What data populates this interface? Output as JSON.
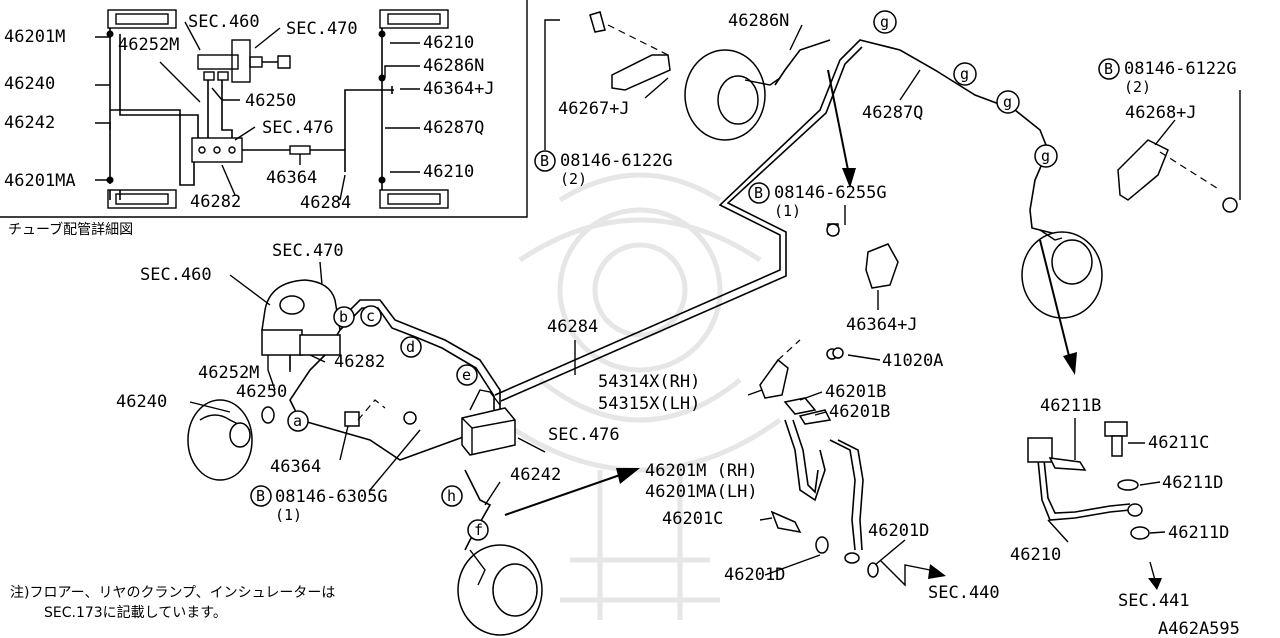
{
  "detail": {
    "caption": "チューブ配管詳細図",
    "labels": {
      "l46201M": "46201M",
      "l46252M": "46252M",
      "sec460": "SEC.460",
      "sec470": "SEC.470",
      "l46240": "46240",
      "l46250": "46250",
      "l46242": "46242",
      "sec476": "SEC.476",
      "l46201MA": "46201MA",
      "l46364": "46364",
      "l46282": "46282",
      "l46284": "46284",
      "l46210a": "46210",
      "l46286N": "46286N",
      "l46364J": "46364+J",
      "l46287Q": "46287Q",
      "l46210b": "46210"
    }
  },
  "main": {
    "labels": {
      "sec470": "SEC.470",
      "sec460": "SEC.460",
      "l46252M": "46252M",
      "l46282": "46282",
      "l46250": "46250",
      "l46240": "46240",
      "l46364": "46364",
      "bolt6305": "08146-6305G",
      "bolt6305qty": "(1)",
      "l46284": "46284",
      "sec476": "SEC.476",
      "l46242": "46242",
      "l46267J": "46267+J",
      "bolt6122a": "08146-6122G",
      "bolt6122aqty": "(2)",
      "l46286N": "46286N",
      "l46287Q": "46287Q",
      "bolt6255": "08146-6255G",
      "bolt6255qty": "(1)",
      "l46364J": "46364+J",
      "l41020A": "41020A",
      "l54314X": "54314X(RH)",
      "l54315X": "54315X(LH)",
      "l46201B1": "46201B",
      "l46201B2": "46201B",
      "l46201M": "46201M (RH)",
      "l46201MA": "46201MA(LH)",
      "l46201C": "46201C",
      "l46201D1": "46201D",
      "l46201D2": "46201D",
      "sec440": "SEC.440",
      "bolt6122b": "08146-6122G",
      "bolt6122bqty": "(2)",
      "l46268J": "46268+J",
      "l46211B": "46211B",
      "l46211C": "46211C",
      "l46211D1": "46211D",
      "l46211D2": "46211D",
      "l46210": "46210",
      "sec441": "SEC.441"
    },
    "circle_letters": [
      "a",
      "b",
      "c",
      "d",
      "e",
      "f",
      "g",
      "h"
    ],
    "bolt_marker": "B"
  },
  "note": {
    "line1": "注)フロアー、リヤのクランプ、インシュレーターは",
    "line2": "SEC.173に記載しています。"
  },
  "figure_code": "A462A595"
}
